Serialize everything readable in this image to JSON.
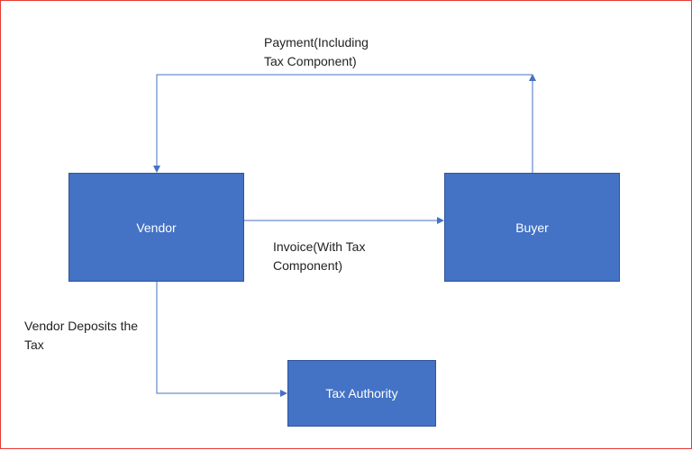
{
  "boxes": {
    "vendor": "Vendor",
    "buyer": "Buyer",
    "tax_authority": "Tax Authority"
  },
  "labels": {
    "payment": [
      "Payment(Including",
      "Tax Component)"
    ],
    "invoice": [
      "Invoice(With Tax",
      "Component)"
    ],
    "deposit": [
      "Vendor Deposits the",
      "Tax"
    ]
  },
  "colors": {
    "box_fill": "#4472c4",
    "box_border": "#2f5597",
    "connector": "#4472c4",
    "frame_border": "#e53935"
  }
}
